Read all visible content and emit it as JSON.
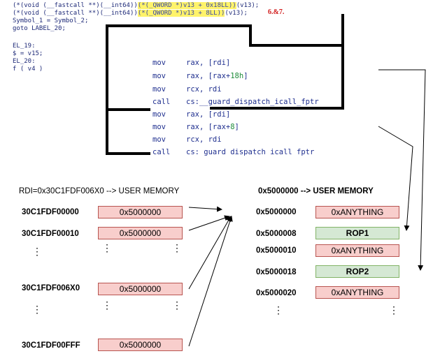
{
  "code": {
    "line1_a": "(*(void (__fastcall **)(__int64))",
    "line1_hl": "(*(_QWORD *)v13 + 0x18LL))",
    "line1_b": "(v13);",
    "line2_a": "(*(void (__fastcall **)(__int64))",
    "line2_hl": "(*(_QWORD *)v13 + 8LL))",
    "line2_b": "(v13);",
    "line3": "Symbol_1 = Symbol_2;",
    "line4": "goto LABEL_20;",
    "line5": "EL_19:",
    "line6": "$ = v15;",
    "line7": "EL_20:",
    "line8": "f ( v4 )",
    "annotation": "6.&7."
  },
  "asm": [
    {
      "mn": "mov",
      "op_a": "rax, [rdi]",
      "op_g": "",
      "op_b": ""
    },
    {
      "mn": "mov",
      "op_a": "rax, [rax+",
      "op_g": "18h",
      "op_b": "]"
    },
    {
      "mn": "mov",
      "op_a": "rcx, rdi",
      "op_g": "",
      "op_b": ""
    },
    {
      "mn": "call",
      "op_a": "cs:__guard_dispatch_icall_fptr",
      "op_g": "",
      "op_b": ""
    },
    {
      "mn": "mov",
      "op_a": "rax, [rdi]",
      "op_g": "",
      "op_b": ""
    },
    {
      "mn": "mov",
      "op_a": "rax, [rax+",
      "op_g": "8",
      "op_b": "]"
    },
    {
      "mn": "mov",
      "op_a": "rcx, rdi",
      "op_g": "",
      "op_b": ""
    },
    {
      "mn": "call",
      "op_a": "cs: guard dispatch icall fptr",
      "op_g": "",
      "op_b": ""
    }
  ],
  "left_table": {
    "header_prefix": "RDI=0x30C1FDF006X0 --> ",
    "header_suffix": "USER MEMORY",
    "rows": [
      {
        "addr": "30C1FDF00000",
        "value": "0x5000000"
      },
      {
        "addr": "30C1FDF00010",
        "value": "0x5000000"
      },
      {
        "addr": "30C1FDF006X0",
        "value": "0x5000000"
      },
      {
        "addr": "30C1FDF00FFF",
        "value": "0x5000000"
      }
    ],
    "ellipsis": "⋮"
  },
  "right_table": {
    "header_prefix": "0x5000000 --> ",
    "header_suffix": "USER MEMORY",
    "rows": [
      {
        "addr": "0x5000000",
        "value": "0xANYTHING",
        "kind": "red"
      },
      {
        "addr": "0x5000008",
        "value": "ROP1",
        "kind": "green"
      },
      {
        "addr": "0x5000010",
        "value": "0xANYTHING",
        "kind": "red"
      },
      {
        "addr": "0x5000018",
        "value": "ROP2",
        "kind": "green"
      },
      {
        "addr": "0x5000020",
        "value": "0xANYTHING",
        "kind": "red"
      }
    ],
    "ellipsis": "⋮"
  }
}
